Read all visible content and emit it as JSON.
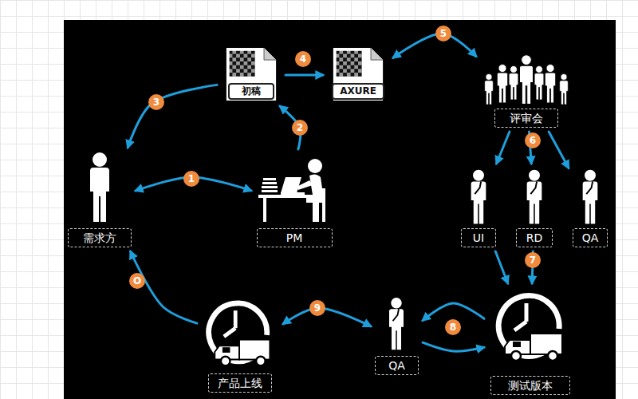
{
  "diagram": {
    "nodes": [
      {
        "text": [
          "初稿"
        ]
      },
      {
        "text": [
          "AXURE"
        ]
      },
      {
        "text": [
          "评审会"
        ]
      },
      {
        "text": [
          "需求方"
        ]
      },
      {
        "text": [
          "PM"
        ]
      },
      {
        "text": [
          "UI"
        ]
      },
      {
        "text": [
          "RD"
        ]
      },
      {
        "text": [
          "QA"
        ]
      },
      {
        "text": [
          "产品上线"
        ]
      },
      {
        "text": [
          "QA"
        ]
      },
      {
        "text": [
          "测试版本"
        ]
      }
    ],
    "edges": [
      {
        "from": 3,
        "to": 4,
        "arrow": "both"
      },
      {
        "from": 4,
        "to": 0,
        "arrow": "to"
      },
      {
        "from": 0,
        "to": 3,
        "arrow": "to"
      },
      {
        "from": 0,
        "to": 1,
        "arrow": "to"
      },
      {
        "from": 1,
        "to": 2,
        "arrow": "both"
      },
      {
        "from": 2,
        "to": 5,
        "arrow": "to"
      },
      {
        "from": 2,
        "to": 6,
        "arrow": "to"
      },
      {
        "from": 2,
        "to": 7,
        "arrow": "to"
      },
      {
        "from": 5,
        "to": 10,
        "arrow": "to"
      },
      {
        "from": 6,
        "to": 10,
        "arrow": "to"
      },
      {
        "from": 10,
        "to": 9,
        "arrow": "to"
      },
      {
        "from": 9,
        "to": 10,
        "arrow": "to"
      },
      {
        "from": 8,
        "to": 9,
        "arrow": "both"
      },
      {
        "from": 8,
        "to": 3,
        "arrow": "to"
      }
    ],
    "labels": [
      "1",
      "2",
      "3",
      "4",
      "5",
      "6",
      "7",
      "8",
      "9",
      "O"
    ]
  }
}
